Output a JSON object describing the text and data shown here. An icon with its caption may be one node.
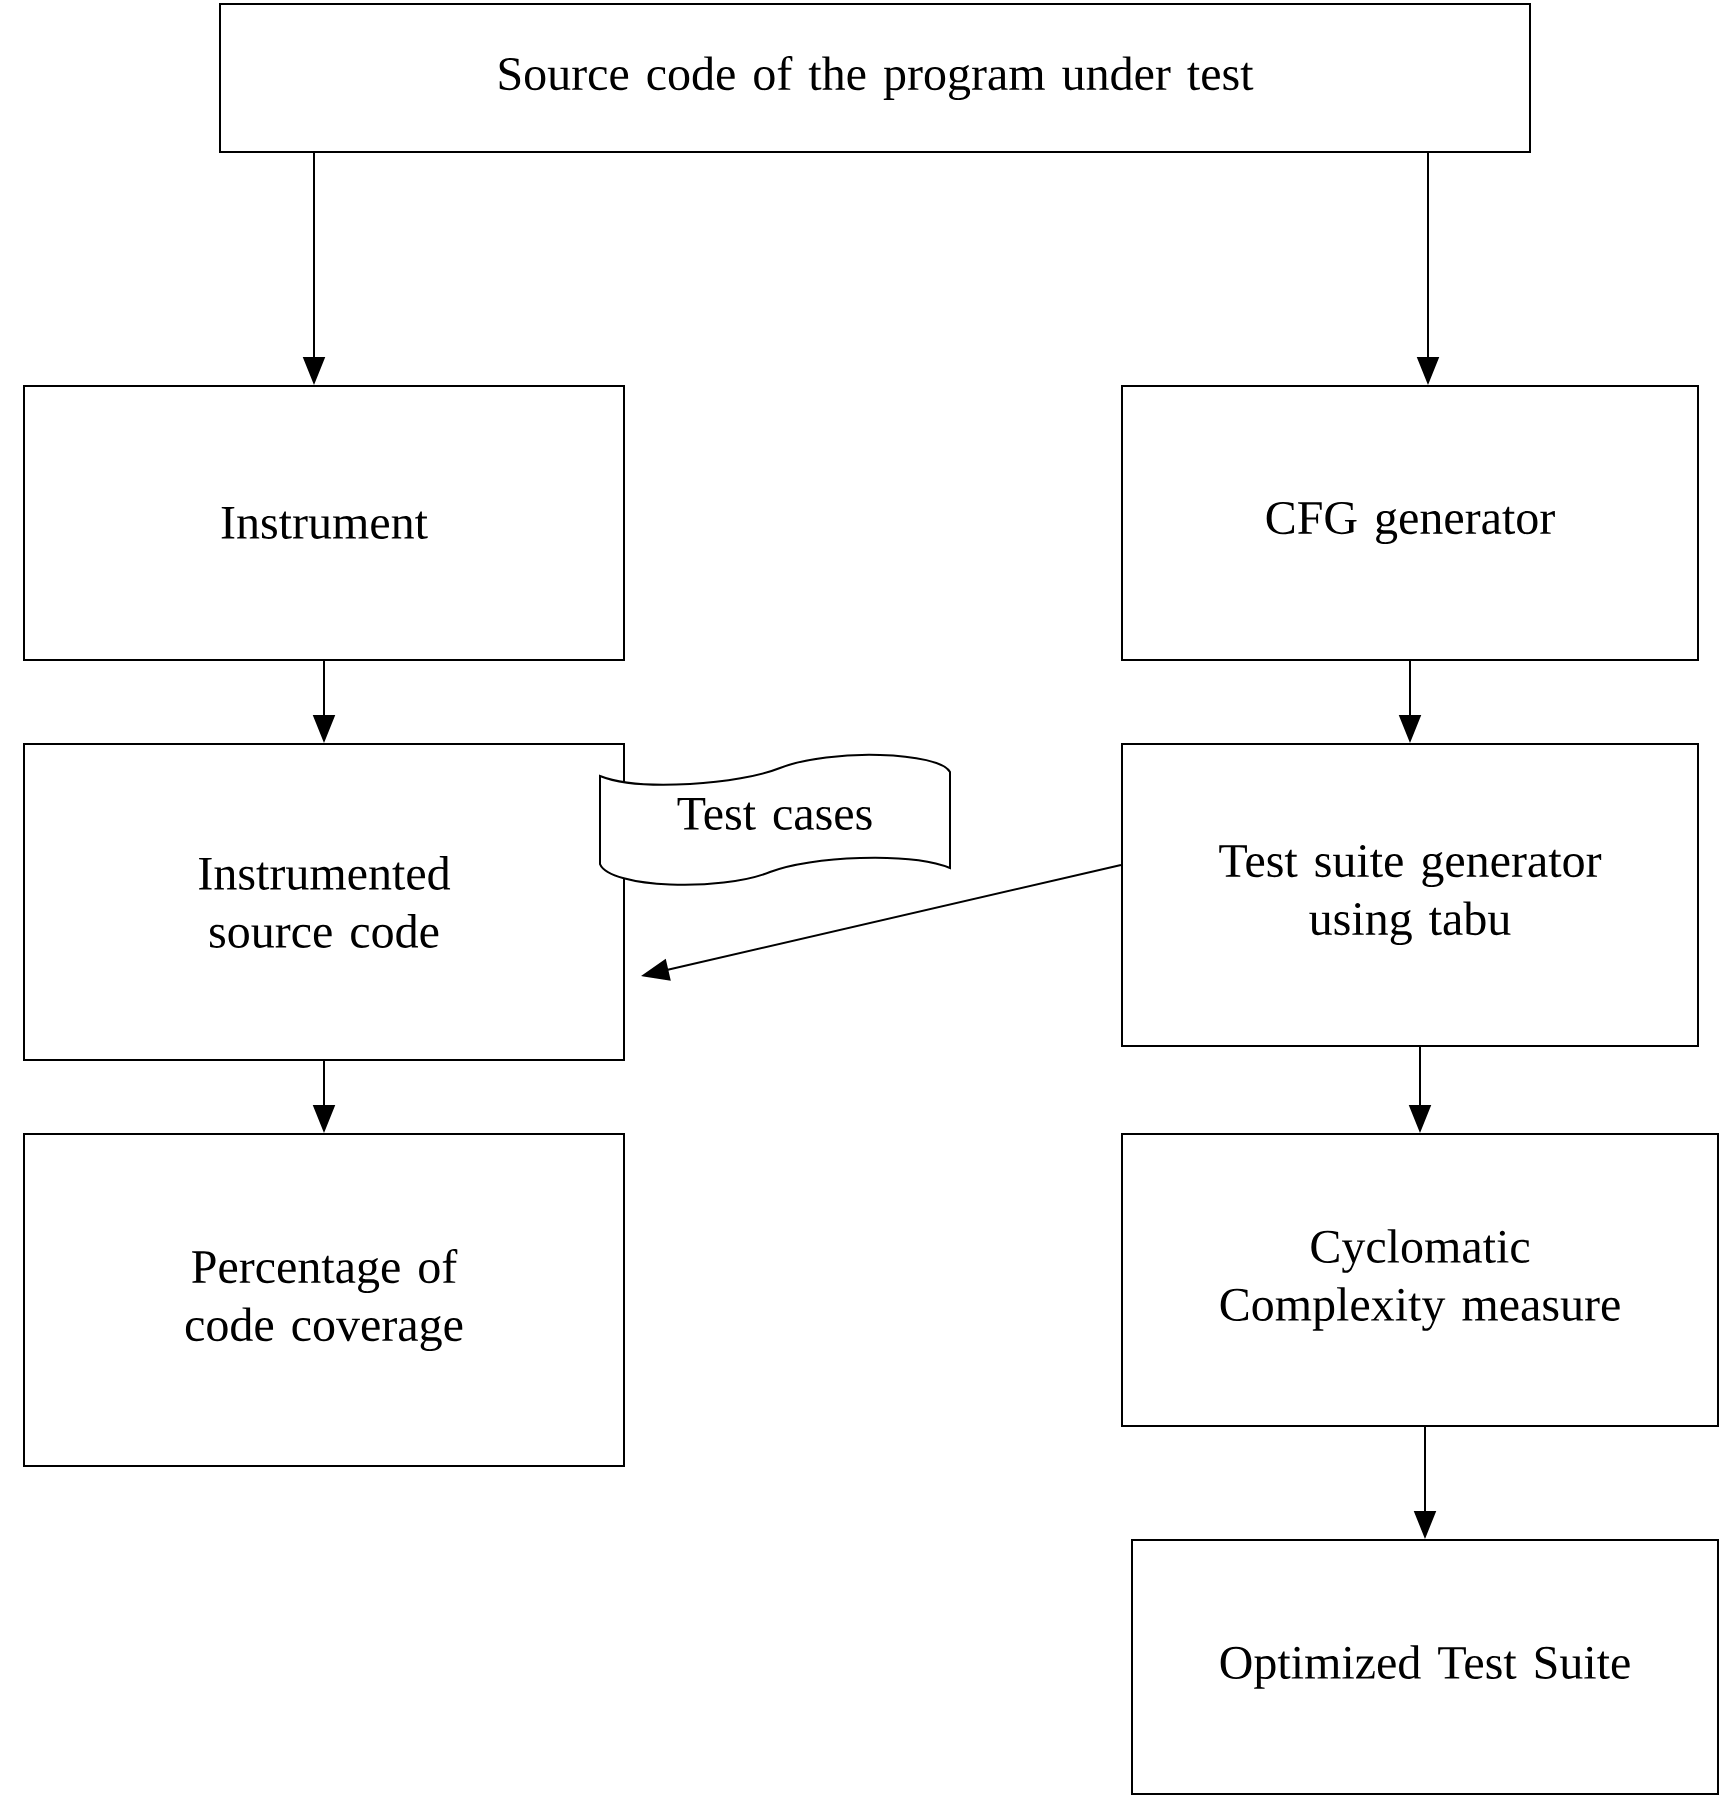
{
  "diagram": {
    "nodes": [
      {
        "text": [
          "Source code of the program under test"
        ]
      },
      {
        "text": [
          "Instrument"
        ]
      },
      {
        "text": [
          "CFG generator"
        ]
      },
      {
        "text": [
          "Instrumented source code"
        ]
      },
      {
        "text": [
          "Test cases"
        ]
      },
      {
        "text": [
          "Test suite generator using tabu"
        ]
      },
      {
        "text": [
          "Percentage of code coverage"
        ]
      },
      {
        "text": [
          "Cyclomatic Complexity measure"
        ]
      },
      {
        "text": [
          "Optimized Test Suite"
        ]
      }
    ],
    "edges": [
      {
        "from": 0,
        "to": 1,
        "arrow": "to"
      },
      {
        "from": 0,
        "to": 2,
        "arrow": "to"
      },
      {
        "from": 1,
        "to": 3,
        "arrow": "to"
      },
      {
        "from": 3,
        "to": 6,
        "arrow": "to"
      },
      {
        "from": 2,
        "to": 5,
        "arrow": "to"
      },
      {
        "from": 5,
        "to": 7,
        "arrow": "to"
      },
      {
        "from": 7,
        "to": 8,
        "arrow": "to"
      },
      {
        "from": 5,
        "to": 3,
        "arrow": "to"
      }
    ]
  }
}
